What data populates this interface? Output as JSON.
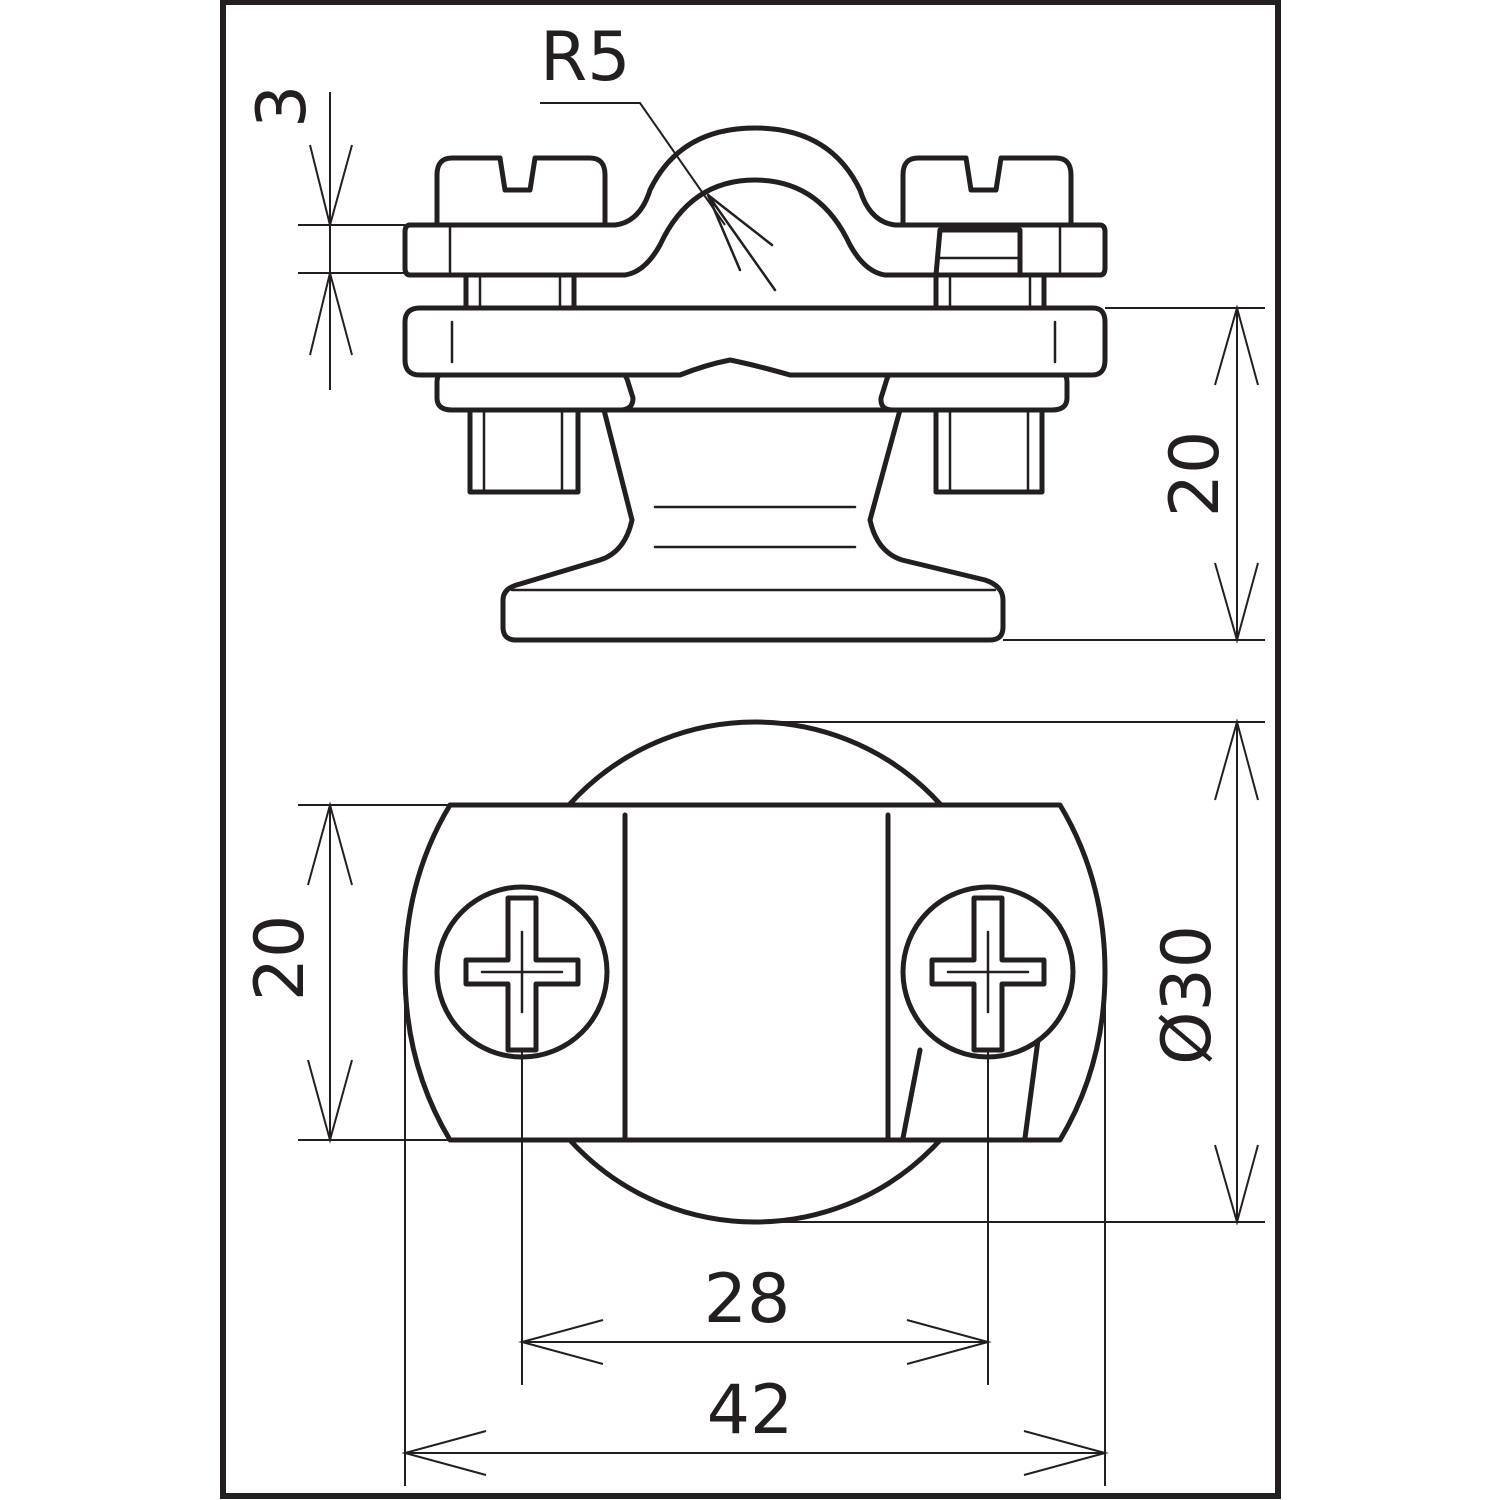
{
  "dimensions": {
    "radius": "R5",
    "thickness": "3",
    "height_side": "20",
    "width_top": "20",
    "diameter": "Ø30",
    "hole_spacing": "28",
    "overall_length": "42"
  }
}
